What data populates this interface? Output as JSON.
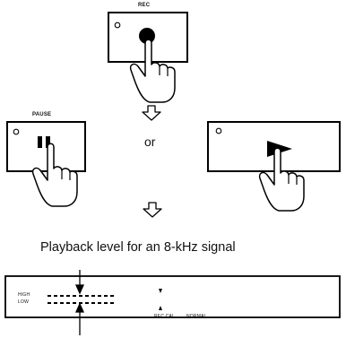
{
  "keys": {
    "rec": {
      "label": "REC"
    },
    "pause": {
      "label": "PAUSE"
    }
  },
  "or_label": "or",
  "caption": "Playback level for an 8-kHz signal",
  "meter": {
    "high_label": "HIGH",
    "low_label": "LOW",
    "rec_cal_label": "REC CAL",
    "normal_label": "NORMAL"
  },
  "icons": [
    "rec-circle-icon",
    "pause-icon",
    "play-triangle-icon",
    "pointing-hand-icon",
    "down-arrow-icon",
    "indicator-arrow-icon"
  ]
}
